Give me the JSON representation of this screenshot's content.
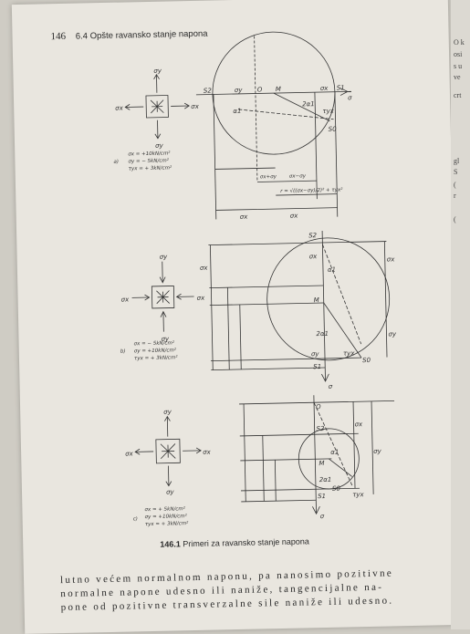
{
  "header": {
    "page_number": "146",
    "section_title": "6.4 Opšte ravansko stanje napona"
  },
  "caption": {
    "number": "146.1",
    "text": "Primeri za ravansko stanje napona"
  },
  "body_lines": [
    "lutno većem normalnom naponu, pa nanosimo pozitivne",
    "normalne napone udesno ili naniže, tangencijalne na-",
    "pone od pozitivne transverzalne sile naniže ili udesno."
  ],
  "cases": [
    {
      "label": "a)",
      "values": [
        "σx = +10kN/cm²",
        "σy = − 5kN/cm²",
        "τyx = + 3kN/cm²"
      ]
    },
    {
      "label": "b)",
      "values": [
        "σx = − 5kN/cm²",
        "σy = +10kN/cm²",
        "τyx = + 3kN/cm²"
      ]
    },
    {
      "label": "c)",
      "values": [
        "σx = + 5kN/cm²",
        "σy = +10kN/cm²",
        "τyx = + 3kN/cm²"
      ]
    }
  ],
  "radius_formula": "r = √((σx−σy)/2)² + τyx²",
  "side_fragments": [
    "O k",
    "osi",
    "s u",
    "ve",
    "crt",
    "gl",
    "S",
    "(",
    "r",
    "("
  ]
}
